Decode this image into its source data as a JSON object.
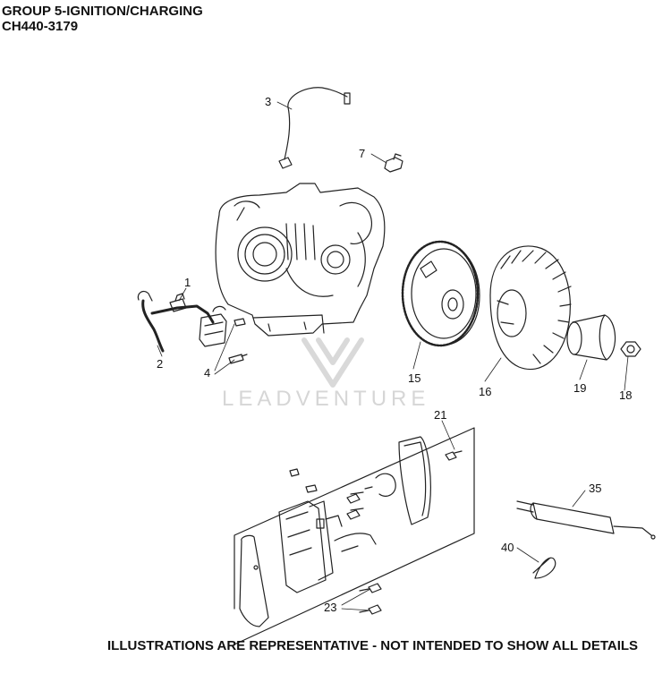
{
  "header": {
    "title": "GROUP 5-IGNITION/CHARGING",
    "model": "CH440-3179"
  },
  "watermark": "LEADVENTURE",
  "footer": "ILLUSTRATIONS ARE REPRESENTATIVE - NOT INTENDED TO SHOW ALL DETAILS",
  "callouts": [
    "1",
    "2",
    "3",
    "4",
    "7",
    "15",
    "16",
    "18",
    "19",
    "21",
    "23",
    "35",
    "40"
  ],
  "colors": {
    "line": "#222222",
    "watermark": "#d6d6d6"
  }
}
